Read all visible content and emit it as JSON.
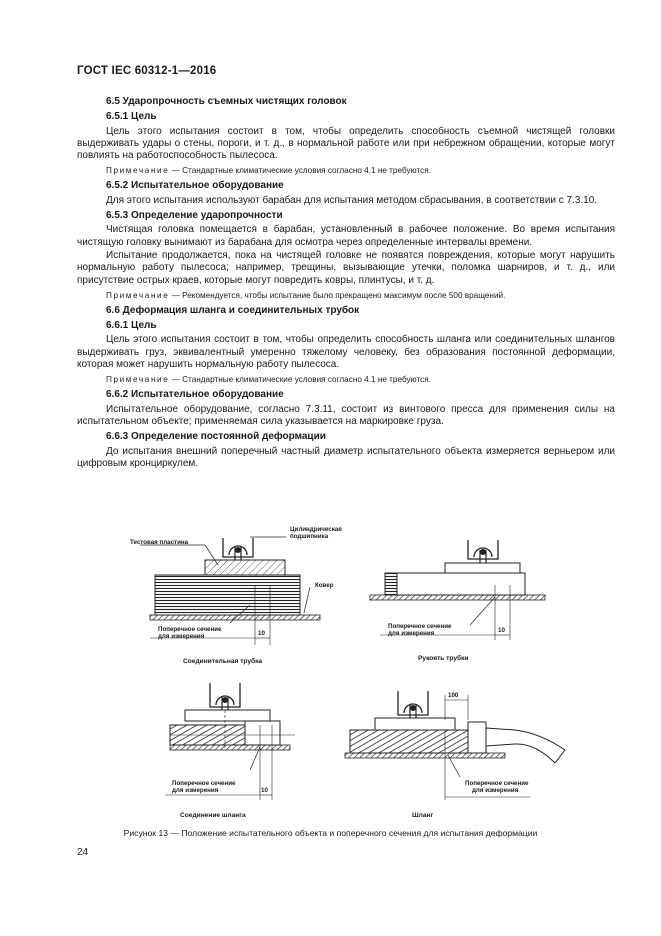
{
  "header": {
    "standard": "ГОСТ IEC 60312-1—2016"
  },
  "sections": [
    {
      "kind": "h",
      "text": "6.5 Ударопрочность съемных чистящих головок"
    },
    {
      "kind": "h",
      "text": "6.5.1 Цель"
    },
    {
      "kind": "p",
      "text": "Цель этого испытания состоит в том, чтобы определить способность съемной чистящей головки выдерживать удары о стены, пороги, и т. д., в нормальной работе или при небрежном обращении, которые могут повлиять на работоспособность пылесоса."
    },
    {
      "kind": "note",
      "label": "Примечание",
      "text": " — Стандартные климатические условия согласно 4.1 не требуются."
    },
    {
      "kind": "h",
      "text": "6.5.2 Испытательное оборудование"
    },
    {
      "kind": "p",
      "text": "Для этого испытания используют барабан для испытания методом сбрасывания, в соответствии с 7.3.10."
    },
    {
      "kind": "h",
      "text": "6.5.3 Определение ударопрочности"
    },
    {
      "kind": "p",
      "text": "Чистящая головка помещается в барабан, установленный в рабочее положение. Во время испытания чистящую головку вынимают из барабана для осмотра через определенные интервалы времени."
    },
    {
      "kind": "p",
      "text": "Испытание продолжается, пока на чистящей головке не появятся повреждения, которые могут нарушить нормальную работу пылесоса; например, трещины, вызывающие утечки, поломка шарниров, и т. д., или присутствие острых краев, которые могут повредить ковры, плинтусы, и т. д."
    },
    {
      "kind": "note",
      "label": "Примечание",
      "text": " — Рекомендуется, чтобы испытание было прекращено максимум после 500 вращений."
    },
    {
      "kind": "h",
      "text": "6.6 Деформация шланга и соединительных трубок"
    },
    {
      "kind": "h",
      "text": "6.6.1 Цель"
    },
    {
      "kind": "p",
      "text": "Цель этого испытания состоит в том, чтобы определить способность шланга или соединительных шлангов выдерживать груз, эквивалентный умеренно тяжелому человеку, без образования постоянной деформации, которая может нарушить нормальную работу пылесоса."
    },
    {
      "kind": "note",
      "label": "Примечание",
      "text": " — Стандартные климатические условия согласно 4.1 не требуются."
    },
    {
      "kind": "h",
      "text": "6.6.2 Испытательное оборудование"
    },
    {
      "kind": "p",
      "text": "Испытательное оборудование, согласно 7.3.11, состоит из винтового пресса для применения силы на испытательном объекте; применяемая сила указывается на маркировке груза."
    },
    {
      "kind": "h",
      "text": "6.6.3 Определение постоянной деформации"
    },
    {
      "kind": "p",
      "text": "До испытания внешний поперечный частный диаметр испытательного объекта измеряется верньером или цифровым кронциркулем."
    }
  ],
  "figure": {
    "labels": {
      "test_plate": "Тестовая пластина",
      "cyl_support_1": "Цилиндрическая",
      "cyl_support_2": "подшипника",
      "carpet": "Ковер",
      "cross_section_1": "Поперечное сечение",
      "cross_section_2": "для измерения",
      "dim_10": "10",
      "dim_100": "100"
    },
    "titles": {
      "connecting_tube": "Соединительная трубка",
      "tube_handle": "Рукоять трубки",
      "hose_connection": "Соединение шланга",
      "hose": "Шланг"
    },
    "caption": "Рисунок 13 — Положение испытательного объекта и поперечного сечения для испытания деформации"
  },
  "page_number": "24"
}
